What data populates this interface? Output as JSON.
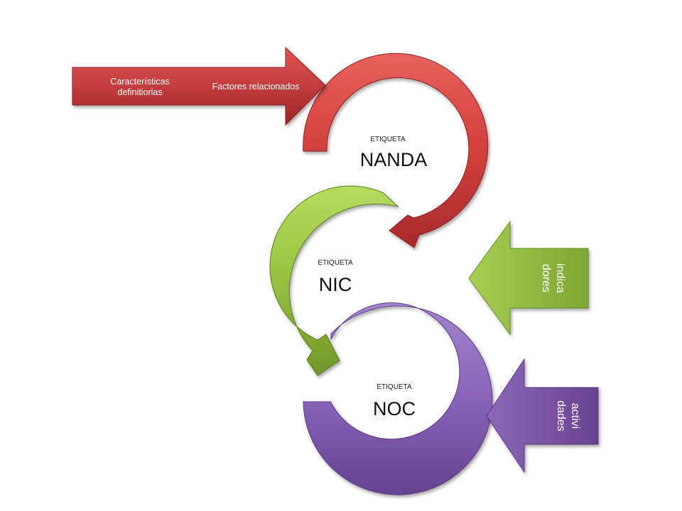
{
  "arrows": {
    "top": {
      "label_1_line_1": "Características",
      "label_1_line_2": "definitiorias",
      "label_2": "Factores relacionados",
      "color": "#c0393b"
    },
    "right_green": {
      "line_1": "indica",
      "line_2": "dores",
      "color": "#8cb33b"
    },
    "right_purple": {
      "line_1": "activi",
      "line_2": "dades",
      "color": "#7b4f9d"
    }
  },
  "cycles": [
    {
      "small_label": "ETIQUETA",
      "name": "NANDA",
      "color": "#d23f3d"
    },
    {
      "small_label": "ETIQUETA",
      "name": "NIC",
      "color": "#96c23f"
    },
    {
      "small_label": "ETIQUETA",
      "name": "NOC",
      "color": "#8a63b8"
    }
  ]
}
